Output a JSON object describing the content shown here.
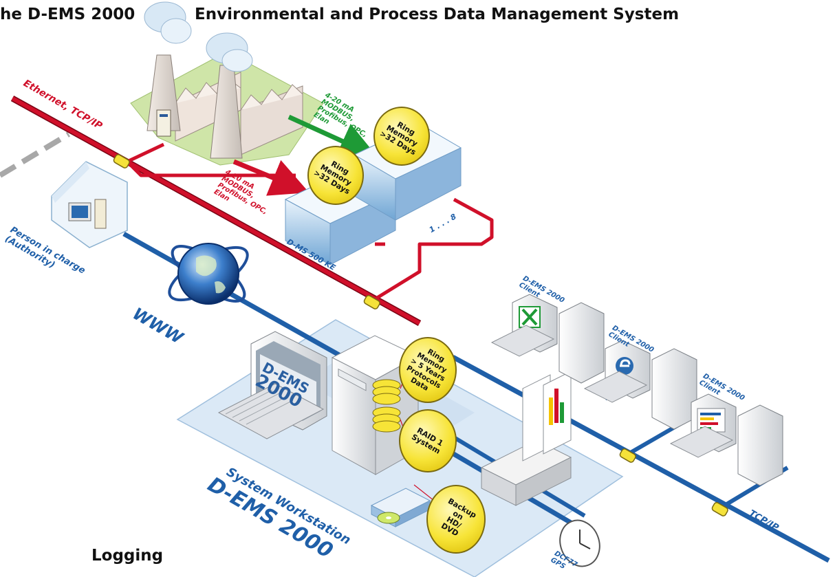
{
  "title": {
    "part1": "he D-EMS 2000",
    "part2": "Environmental and Process Data Management System"
  },
  "labels": {
    "ethernet": "Ethernet, TCP/IP",
    "analog_red": [
      "4-20 mA",
      "MODBUS,",
      "Profibus, OPC,",
      "Elan"
    ],
    "analog_green": [
      "4-20 mA",
      "MODBUS,",
      "Profibus, OPC,",
      "Elan"
    ],
    "ring_memory_32": [
      "Ring",
      "Memory",
      ">32 Days"
    ],
    "dms_500": "D-MS 500 KE",
    "range": "1 . . . 8",
    "person": [
      "Person in charge",
      "(Authority)"
    ],
    "www": "WWW",
    "client": [
      "D-EMS 2000",
      "Client"
    ],
    "ring_memory_5": [
      "Ring",
      "Memory",
      "> 5 Years",
      "Protocols",
      "Data"
    ],
    "raid": [
      "RAID 1",
      "System"
    ],
    "backup": [
      "Backup",
      "on",
      "HD/",
      "DVD"
    ],
    "screen_logo": [
      "D-EMS",
      "2000"
    ],
    "workstation": [
      "System Workstation",
      "D-EMS 2000"
    ],
    "tcpip": "TCP/IP",
    "dcf": [
      "DCF77",
      "GPS"
    ],
    "logging": "Logging"
  },
  "colors": {
    "ethernet_red": "#d0102a",
    "network_blue": "#1f5fa8",
    "memory_yellow": "#f7e437",
    "signal_green": "#1e9a36",
    "device_blue": "#a9cbe8"
  }
}
